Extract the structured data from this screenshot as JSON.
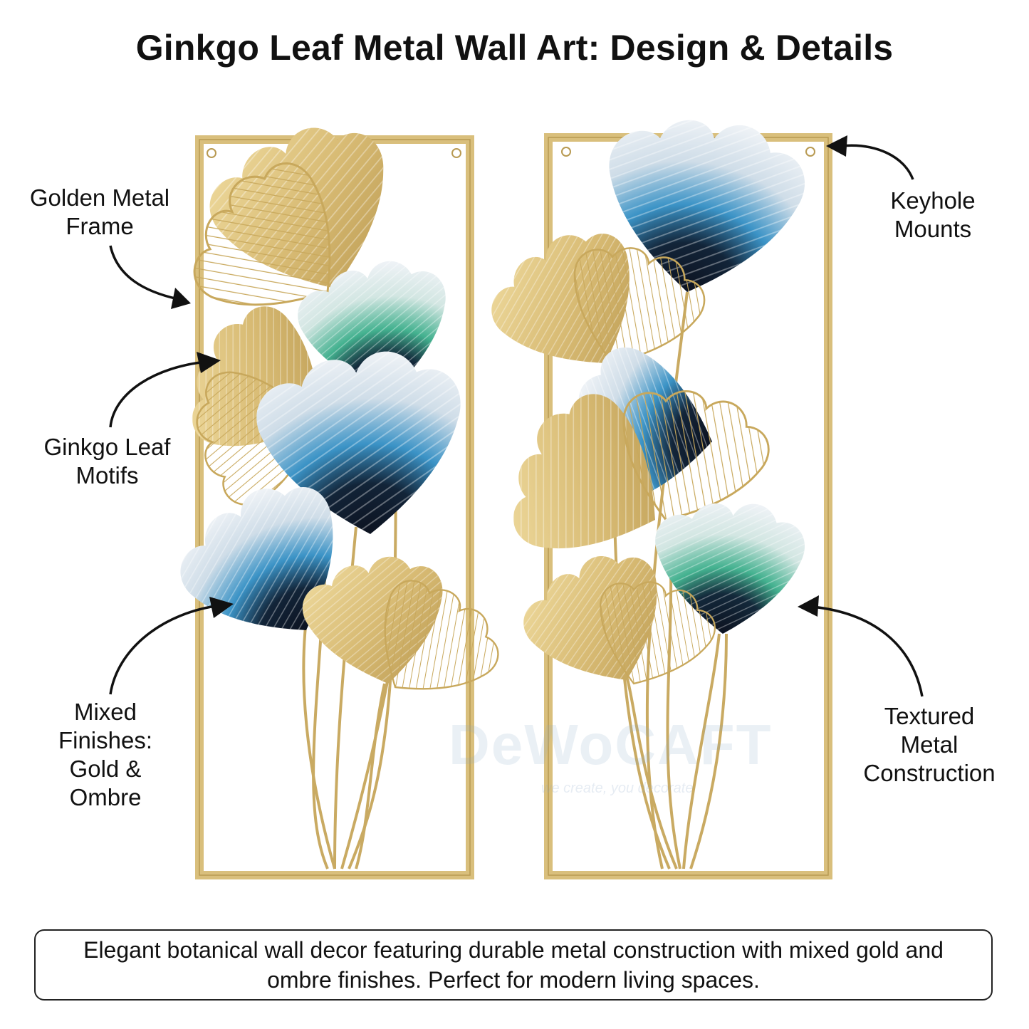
{
  "title": "Ginkgo Leaf Metal Wall Art: Design & Details",
  "labels": {
    "golden_frame": [
      "Golden Metal",
      "Frame"
    ],
    "ginkgo_motifs": [
      "Ginkgo Leaf",
      "Motifs"
    ],
    "mixed_finishes": [
      "Mixed",
      "Finishes:",
      "Gold &",
      "Ombre"
    ],
    "keyhole_mounts": [
      "Keyhole",
      "Mounts"
    ],
    "textured_metal": [
      "Textured",
      "Metal",
      "Construction"
    ]
  },
  "caption": "Elegant botanical wall decor featuring durable metal construction with mixed gold and ombre finishes. Perfect for modern living spaces.",
  "watermark": {
    "brand": "DeWoCAFT",
    "tagline": "we create, you decorate"
  },
  "colors": {
    "gold": "#d9bf7c",
    "gold_dark": "#b89a52",
    "blue": "#3a8fc2",
    "teal": "#3fae8e",
    "navy": "#0f1a2a",
    "silver": "#dfe5ec"
  }
}
